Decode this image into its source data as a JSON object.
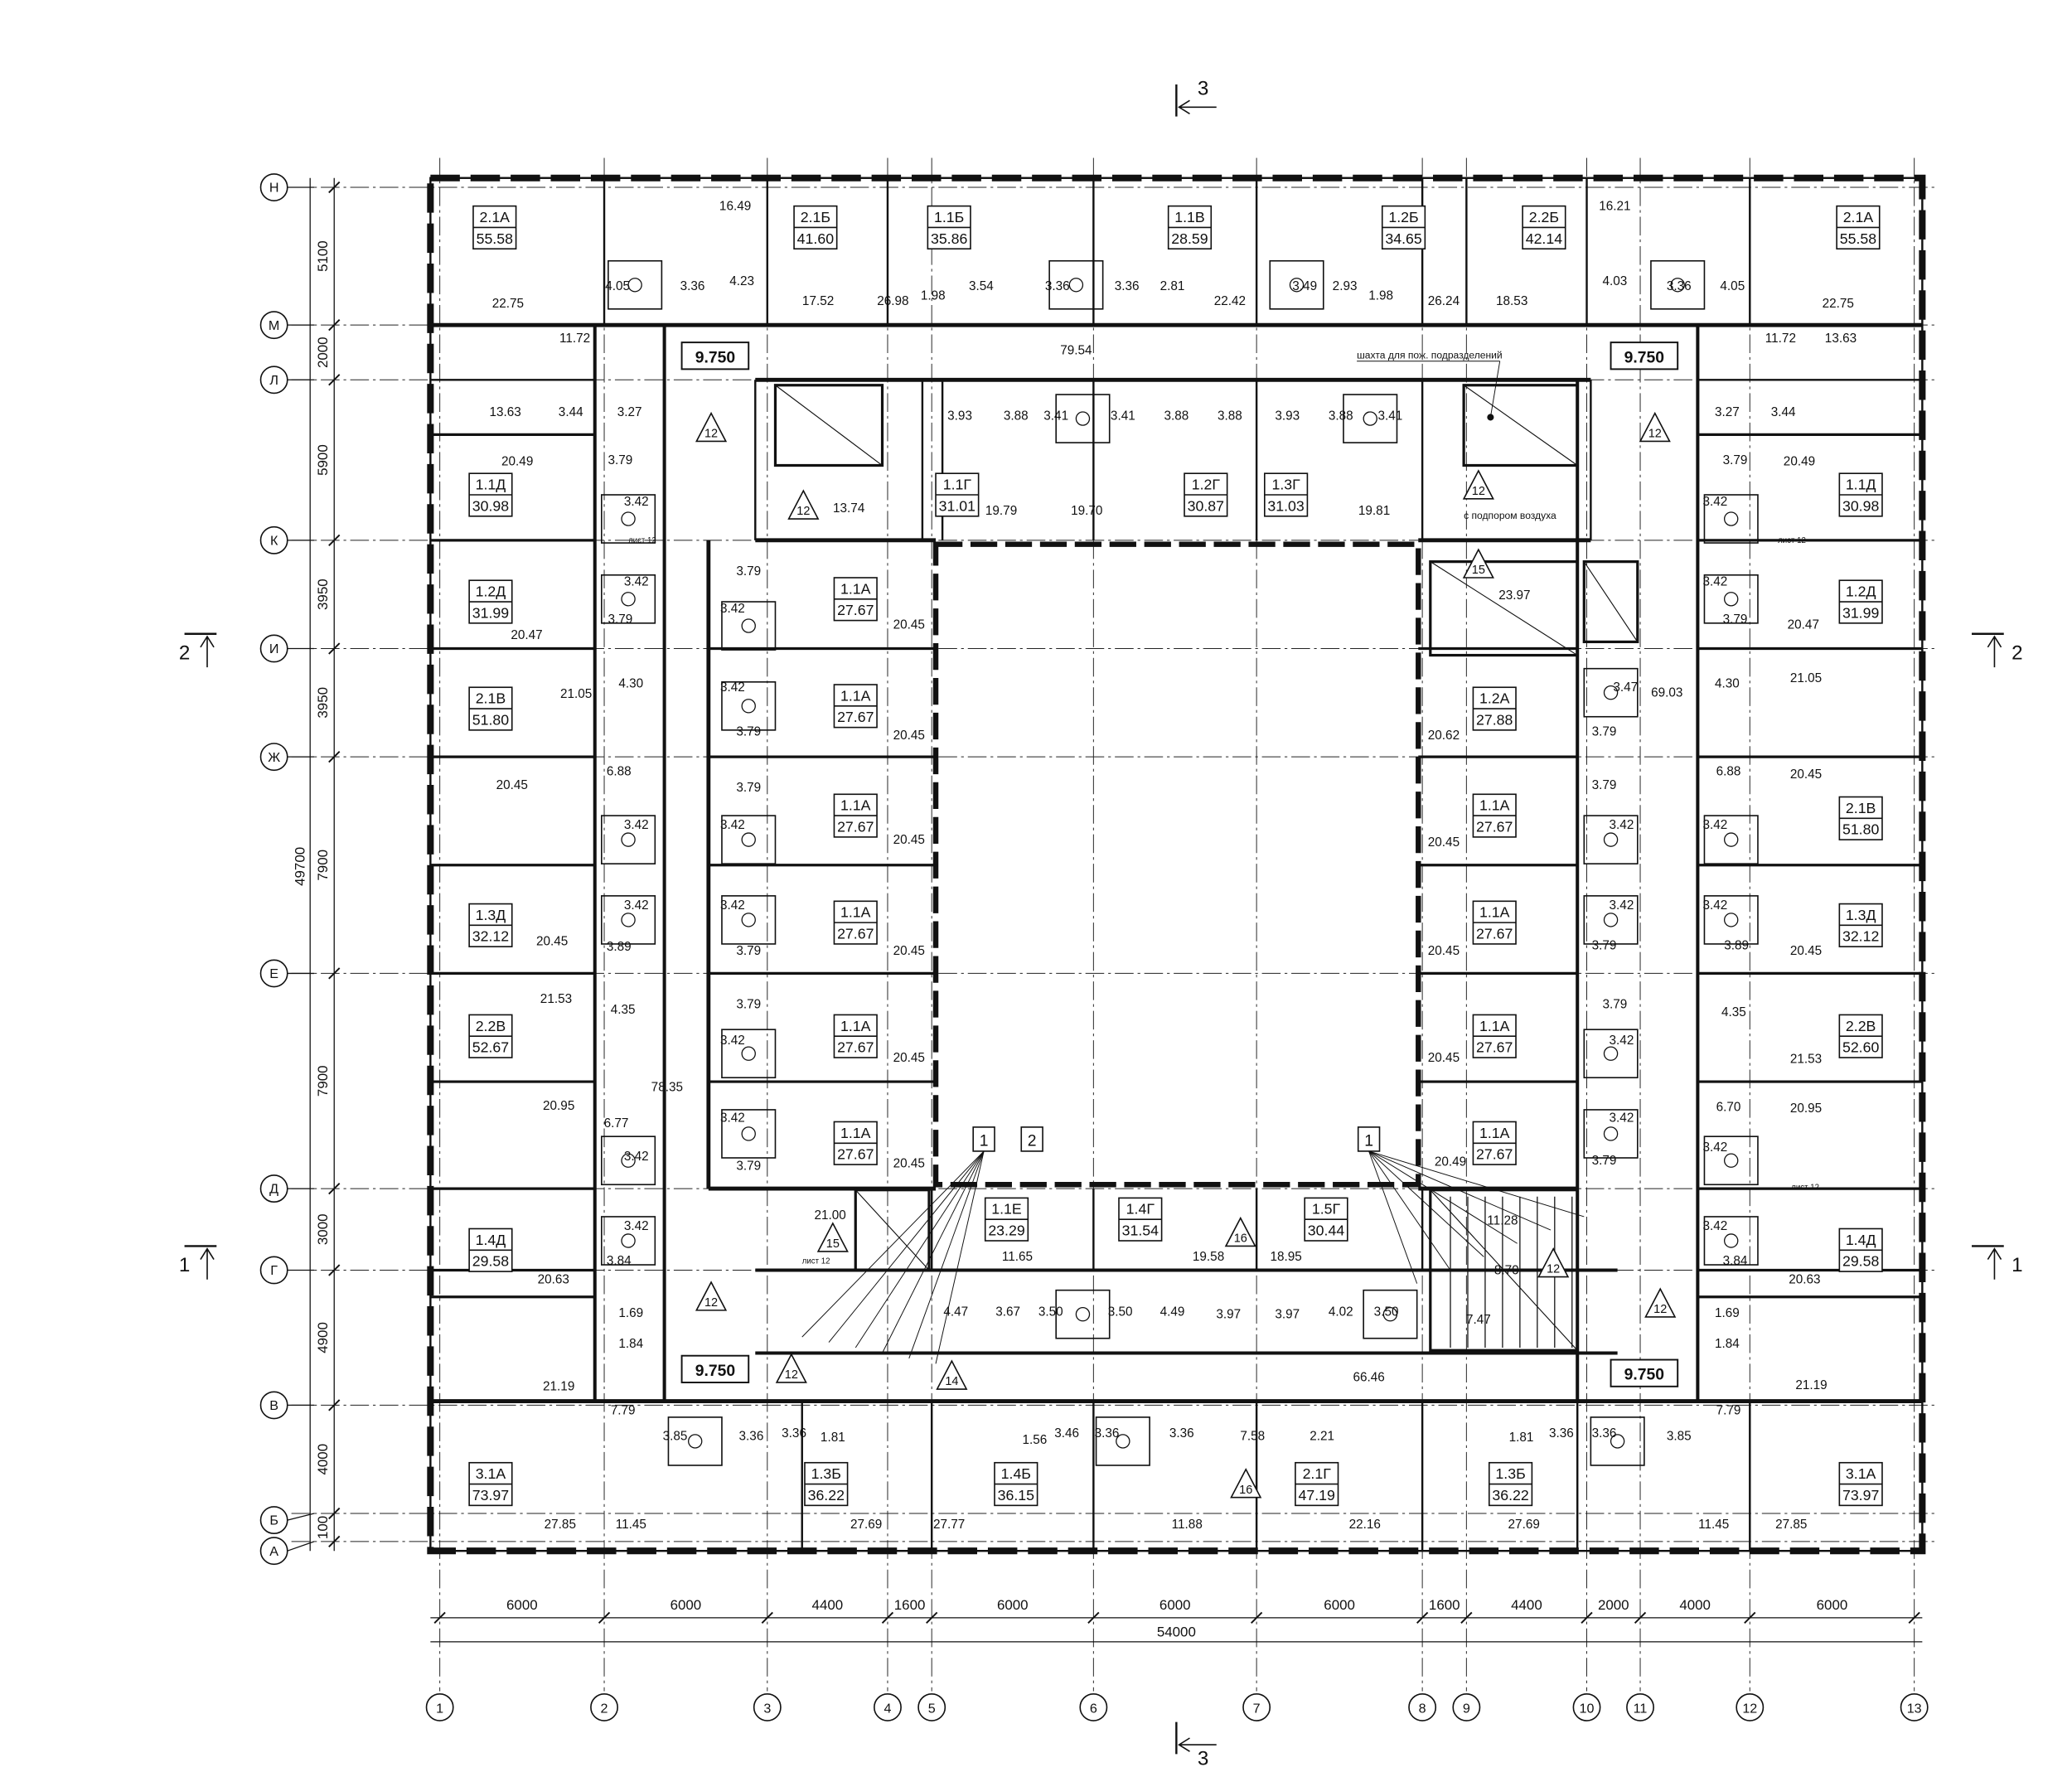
{
  "plan": {
    "elevation_marks": [
      "9.750",
      "9.750",
      "9.750",
      "9.750"
    ],
    "notes": {
      "fire_shaft": "шахта для пож. подразделений",
      "air_pressure": "с подпором воздуха"
    },
    "sheet_ref": "лист 12"
  },
  "axes": {
    "rows": [
      "Н",
      "М",
      "Л",
      "К",
      "И",
      "Ж",
      "Е",
      "Д",
      "Г",
      "В",
      "Б",
      "А"
    ],
    "columns": [
      "1",
      "2",
      "3",
      "4",
      "5",
      "6",
      "7",
      "8",
      "9",
      "10",
      "11",
      "12",
      "13"
    ]
  },
  "dimensions": {
    "vertical": [
      "5100",
      "2000",
      "5900",
      "3950",
      "3950",
      "7900",
      "7900",
      "3000",
      "4900",
      "4000",
      "100"
    ],
    "vertical_total": "49700",
    "horizontal": [
      "6000",
      "6000",
      "4400",
      "1600",
      "6000",
      "6000",
      "6000",
      "1600",
      "4400",
      "2000",
      "4000",
      "6000"
    ],
    "horizontal_total": "54000"
  },
  "sections": [
    {
      "id": "3",
      "where": "top"
    },
    {
      "id": "3",
      "where": "bottom"
    },
    {
      "id": "2",
      "where": "left"
    },
    {
      "id": "2",
      "where": "right"
    },
    {
      "id": "1",
      "where": "left"
    },
    {
      "id": "1",
      "where": "right"
    }
  ],
  "callouts": [
    "1",
    "2",
    "1"
  ],
  "triangle_marks": [
    "12",
    "12",
    "12",
    "12",
    "12",
    "12",
    "12",
    "12",
    "15",
    "15",
    "14",
    "16",
    "16"
  ],
  "apartments": [
    {
      "code": "2.1А",
      "area": "55.58"
    },
    {
      "code": "2.1Б",
      "area": "41.60"
    },
    {
      "code": "1.1Б",
      "area": "35.86"
    },
    {
      "code": "1.1В",
      "area": "28.59"
    },
    {
      "code": "1.2Б",
      "area": "34.65"
    },
    {
      "code": "2.2Б",
      "area": "42.14"
    },
    {
      "code": "2.1А",
      "area": "55.58"
    },
    {
      "code": "1.1Д",
      "area": "30.98"
    },
    {
      "code": "1.1Г",
      "area": "31.01"
    },
    {
      "code": "1.2Г",
      "area": "30.87"
    },
    {
      "code": "1.3Г",
      "area": "31.03"
    },
    {
      "code": "1.1Д",
      "area": "30.98"
    },
    {
      "code": "1.2Д",
      "area": "31.99"
    },
    {
      "code": "1.2Д",
      "area": "31.99"
    },
    {
      "code": "2.1В",
      "area": "51.80"
    },
    {
      "code": "1.2А",
      "area": "27.88"
    },
    {
      "code": "2.1В",
      "area": "51.80"
    },
    {
      "code": "1.3Д",
      "area": "32.12"
    },
    {
      "code": "1.3Д",
      "area": "32.12"
    },
    {
      "code": "2.2В",
      "area": "52.67"
    },
    {
      "code": "2.2В",
      "area": "52.60"
    },
    {
      "code": "1.4Д",
      "area": "29.58"
    },
    {
      "code": "1.4Д",
      "area": "29.58"
    },
    {
      "code": "3.1А",
      "area": "73.97"
    },
    {
      "code": "3.1А",
      "area": "73.97"
    },
    {
      "code": "1.3Б",
      "area": "36.22"
    },
    {
      "code": "1.4Б",
      "area": "36.15"
    },
    {
      "code": "2.1Г",
      "area": "47.19"
    },
    {
      "code": "1.3Б",
      "area": "36.22"
    },
    {
      "code": "1.1Е",
      "area": "23.29"
    },
    {
      "code": "1.4Г",
      "area": "31.54"
    },
    {
      "code": "1.5Г",
      "area": "30.44"
    },
    {
      "code": "1.1А",
      "area": "27.67"
    },
    {
      "code": "1.1А",
      "area": "27.67"
    },
    {
      "code": "1.1А",
      "area": "27.67"
    },
    {
      "code": "1.1А",
      "area": "27.67"
    },
    {
      "code": "1.1А",
      "area": "27.67"
    },
    {
      "code": "1.1А",
      "area": "27.67"
    },
    {
      "code": "1.1А",
      "area": "27.67"
    },
    {
      "code": "1.1А",
      "area": "27.67"
    },
    {
      "code": "1.1А",
      "area": "27.67"
    },
    {
      "code": "1.1А",
      "area": "27.67"
    }
  ],
  "room_areas": [
    "16.49",
    "22.75",
    "4.05",
    "3.36",
    "4.23",
    "17.52",
    "26.98",
    "1.98",
    "3.54",
    "3.36",
    "3.36",
    "2.81",
    "22.42",
    "3.49",
    "2.93",
    "1.98",
    "26.24",
    "18.53",
    "16.21",
    "4.03",
    "3.36",
    "4.05",
    "22.75",
    "11.72",
    "79.54",
    "11.72",
    "13.63",
    "13.63",
    "3.44",
    "3.27",
    "3.44",
    "3.27",
    "3.93",
    "3.88",
    "3.41",
    "3.41",
    "3.88",
    "3.88",
    "3.93",
    "3.88",
    "3.41",
    "20.49",
    "3.79",
    "20.49",
    "3.79",
    "3.42",
    "3.42",
    "13.74",
    "19.79",
    "19.70",
    "19.81",
    "3.42",
    "3.42",
    "3.79",
    "20.47",
    "3.79",
    "3.42",
    "20.45",
    "23.97",
    "20.47",
    "3.79",
    "3.42",
    "4.30",
    "21.05",
    "4.30",
    "21.05",
    "3.47",
    "69.03",
    "3.79",
    "20.45",
    "20.62",
    "3.79",
    "6.88",
    "20.45",
    "3.79",
    "6.88",
    "20.45",
    "3.79",
    "3.42",
    "3.42",
    "20.45",
    "20.45",
    "3.42",
    "3.42",
    "3.42",
    "3.42",
    "3.42",
    "3.42",
    "20.45",
    "3.89",
    "3.79",
    "20.45",
    "20.45",
    "3.79",
    "3.89",
    "20.45",
    "21.53",
    "4.35",
    "4.35",
    "3.79",
    "3.79",
    "3.42",
    "3.42",
    "20.45",
    "20.45",
    "21.53",
    "78.35",
    "20.95",
    "6.77",
    "6.70",
    "20.95",
    "3.42",
    "3.42",
    "3.42",
    "3.42",
    "20.45",
    "20.49",
    "3.79",
    "3.79",
    "21.00",
    "11.28",
    "3.42",
    "3.42",
    "11.65",
    "19.58",
    "18.95",
    "3.84",
    "3.84",
    "8.70",
    "20.63",
    "20.63",
    "1.69",
    "1.69",
    "4.47",
    "3.67",
    "3.50",
    "3.50",
    "4.49",
    "3.97",
    "3.97",
    "4.02",
    "3.50",
    "7.47",
    "1.84",
    "1.84",
    "66.46",
    "21.19",
    "21.19",
    "7.79",
    "7.79",
    "3.85",
    "3.36",
    "3.36",
    "1.81",
    "1.56",
    "3.46",
    "3.36",
    "3.36",
    "7.58",
    "2.21",
    "1.81",
    "3.36",
    "3.36",
    "3.85",
    "27.85",
    "11.45",
    "27.69",
    "27.77",
    "11.88",
    "22.16",
    "27.69",
    "11.45",
    "27.85"
  ]
}
